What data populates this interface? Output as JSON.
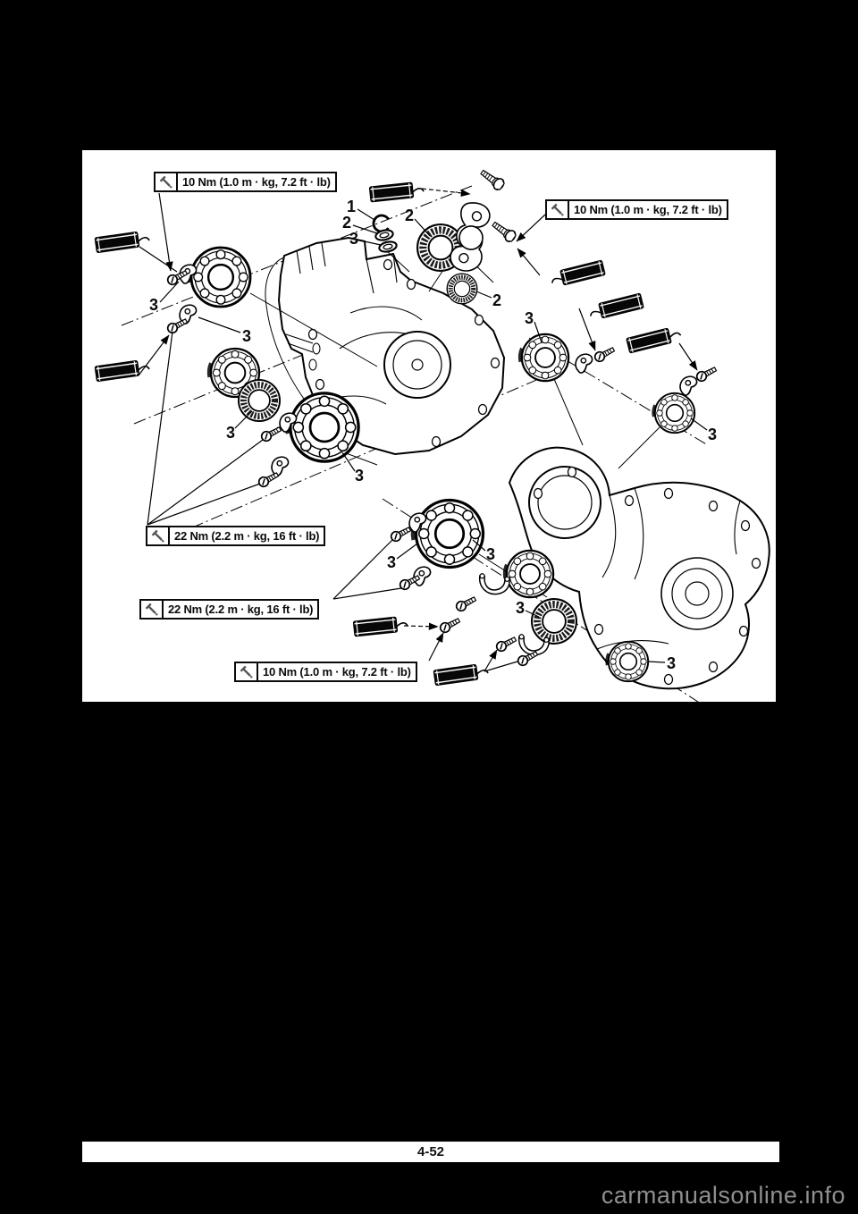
{
  "page": {
    "number": "4-52",
    "watermark": "carmanualsonline.info"
  },
  "colors": {
    "page_background": "#000000",
    "paper": "#ffffff",
    "line": "#000000",
    "watermark": "#8f8f8f"
  },
  "diagram": {
    "description": "Exploded view of crankcase halves with bearings, oil seals, retainers and grease application points",
    "icons": {
      "callout_icon": "torque-wrench"
    },
    "torque_callouts": [
      {
        "position": "top-left",
        "label": "10 Nm (1.0 m · kg, 7.2 ft · lb)"
      },
      {
        "position": "top-right",
        "label": "10 Nm (1.0 m · kg, 7.2 ft · lb)"
      },
      {
        "position": "middle-left",
        "label": "22 Nm (2.2 m · kg, 16 ft · lb)"
      },
      {
        "position": "lower-left",
        "label": "22 Nm (2.2 m · kg, 16 ft · lb)"
      },
      {
        "position": "bottom",
        "label": "10 Nm (1.0 m · kg, 7.2 ft · lb)"
      }
    ],
    "part_labels": [
      {
        "text": "1"
      },
      {
        "text": "2"
      },
      {
        "text": "3"
      },
      {
        "text": "2"
      },
      {
        "text": "2"
      },
      {
        "text": "3"
      },
      {
        "text": "3"
      },
      {
        "text": "3"
      },
      {
        "text": "3"
      },
      {
        "text": "3"
      },
      {
        "text": "3"
      },
      {
        "text": "3"
      },
      {
        "text": "3"
      },
      {
        "text": "3"
      },
      {
        "text": "3"
      }
    ]
  }
}
